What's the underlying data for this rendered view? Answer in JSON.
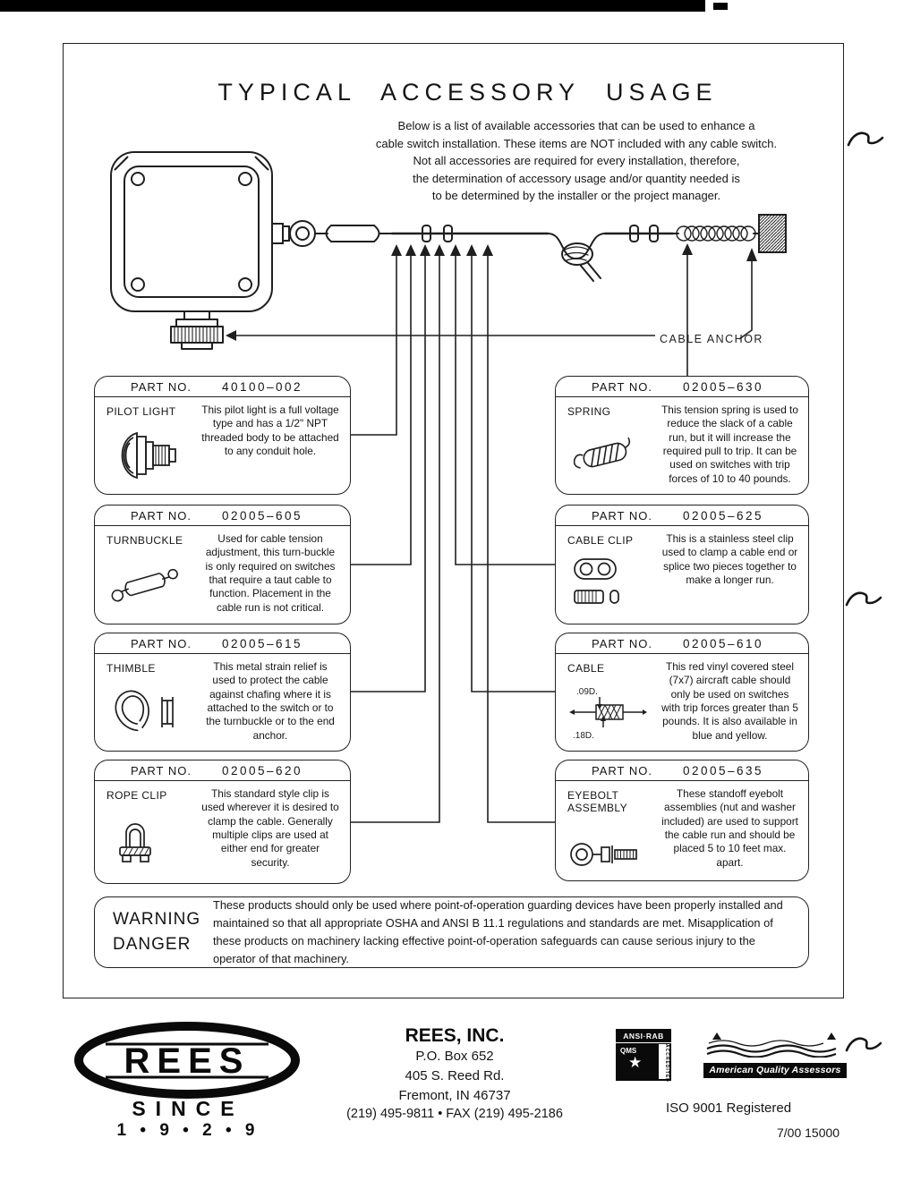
{
  "doc": {
    "title": "TYPICAL ACCESSORY USAGE",
    "intro_lines": [
      "Below is a list of available accessories that can be used to enhance a",
      "cable switch installation. These items are NOT included with any cable switch.",
      "Not all accessories are required for every installation, therefore,",
      "the determination of accessory usage and/or quantity needed is",
      "to be determined by the installer or the project manager."
    ],
    "cable_anchor_label": "CABLE ANCHOR"
  },
  "parts": [
    {
      "part_no_label": "PART NO.",
      "part_no": "40100–002",
      "name": "PILOT LIGHT",
      "description": "This pilot light is a full voltage type and has a 1/2\" NPT threaded body to be attached to any conduit hole."
    },
    {
      "part_no_label": "PART NO.",
      "part_no": "02005–630",
      "name": "SPRING",
      "description": "This tension spring is used to reduce the slack of a cable run, but it will increase the required pull to trip. It can be used on switches with trip forces of 10 to 40 pounds."
    },
    {
      "part_no_label": "PART NO.",
      "part_no": "02005–605",
      "name": "TURNBUCKLE",
      "description": "Used for cable tension adjustment, this turn-buckle is only required on switches that require a taut cable to function. Placement in the cable run is not critical."
    },
    {
      "part_no_label": "PART NO.",
      "part_no": "02005–625",
      "name": "CABLE CLIP",
      "description": "This is a stainless steel clip used to clamp a cable end or splice two pieces together to make a longer run."
    },
    {
      "part_no_label": "PART NO.",
      "part_no": "02005–615",
      "name": "THIMBLE",
      "description": "This metal strain relief is used to protect the cable against chafing where it is attached to the switch or to the turnbuckle or to the end anchor."
    },
    {
      "part_no_label": "PART NO.",
      "part_no": "02005–610",
      "name": "CABLE",
      "description": "This red vinyl covered steel (7x7) aircraft cable should only be used on switches with trip forces greater than 5 pounds. It is also available in blue and yellow.",
      "dim_top": ".09D.",
      "dim_bottom": ".18D."
    },
    {
      "part_no_label": "PART NO.",
      "part_no": "02005–620",
      "name": "ROPE CLIP",
      "description": "This standard style clip is used wherever it is desired to clamp the cable. Generally multiple clips are used at either end for greater security."
    },
    {
      "part_no_label": "PART NO.",
      "part_no": "02005–635",
      "name": "EYEBOLT ASSEMBLY",
      "description": "These standoff eyebolt assemblies (nut and washer included) are used to support the cable run and should be placed 5 to 10 feet max. apart."
    }
  ],
  "warning": {
    "line1": "WARNING",
    "line2": "DANGER",
    "text": "These products should only be used where point-of-operation guarding devices have been properly installed and maintained so that all appropriate OSHA and ANSI B 11.1 regulations and standards are met. Misapplication of these products on machinery lacking effective point-of-operation safeguards can cause serious injury to the operator of that machinery."
  },
  "footer": {
    "logo_text": "REES",
    "since": "SINCE",
    "since_digits": "1 • 9 • 2 • 9",
    "company": "REES, INC.",
    "address_lines": [
      "P.O. Box 652",
      "405 S. Reed Rd.",
      "Fremont, IN 46737"
    ],
    "phone": "(219) 495-9811 • FAX (219) 495-2186",
    "ansi_rab": "ANSI·RAB",
    "qms": "QMS",
    "star": "★",
    "accredited": "ACCREDITED",
    "aqa_label": "American Quality Assessors",
    "iso_label": "ISO 9001 Registered",
    "print_code": "7/00 15000"
  }
}
